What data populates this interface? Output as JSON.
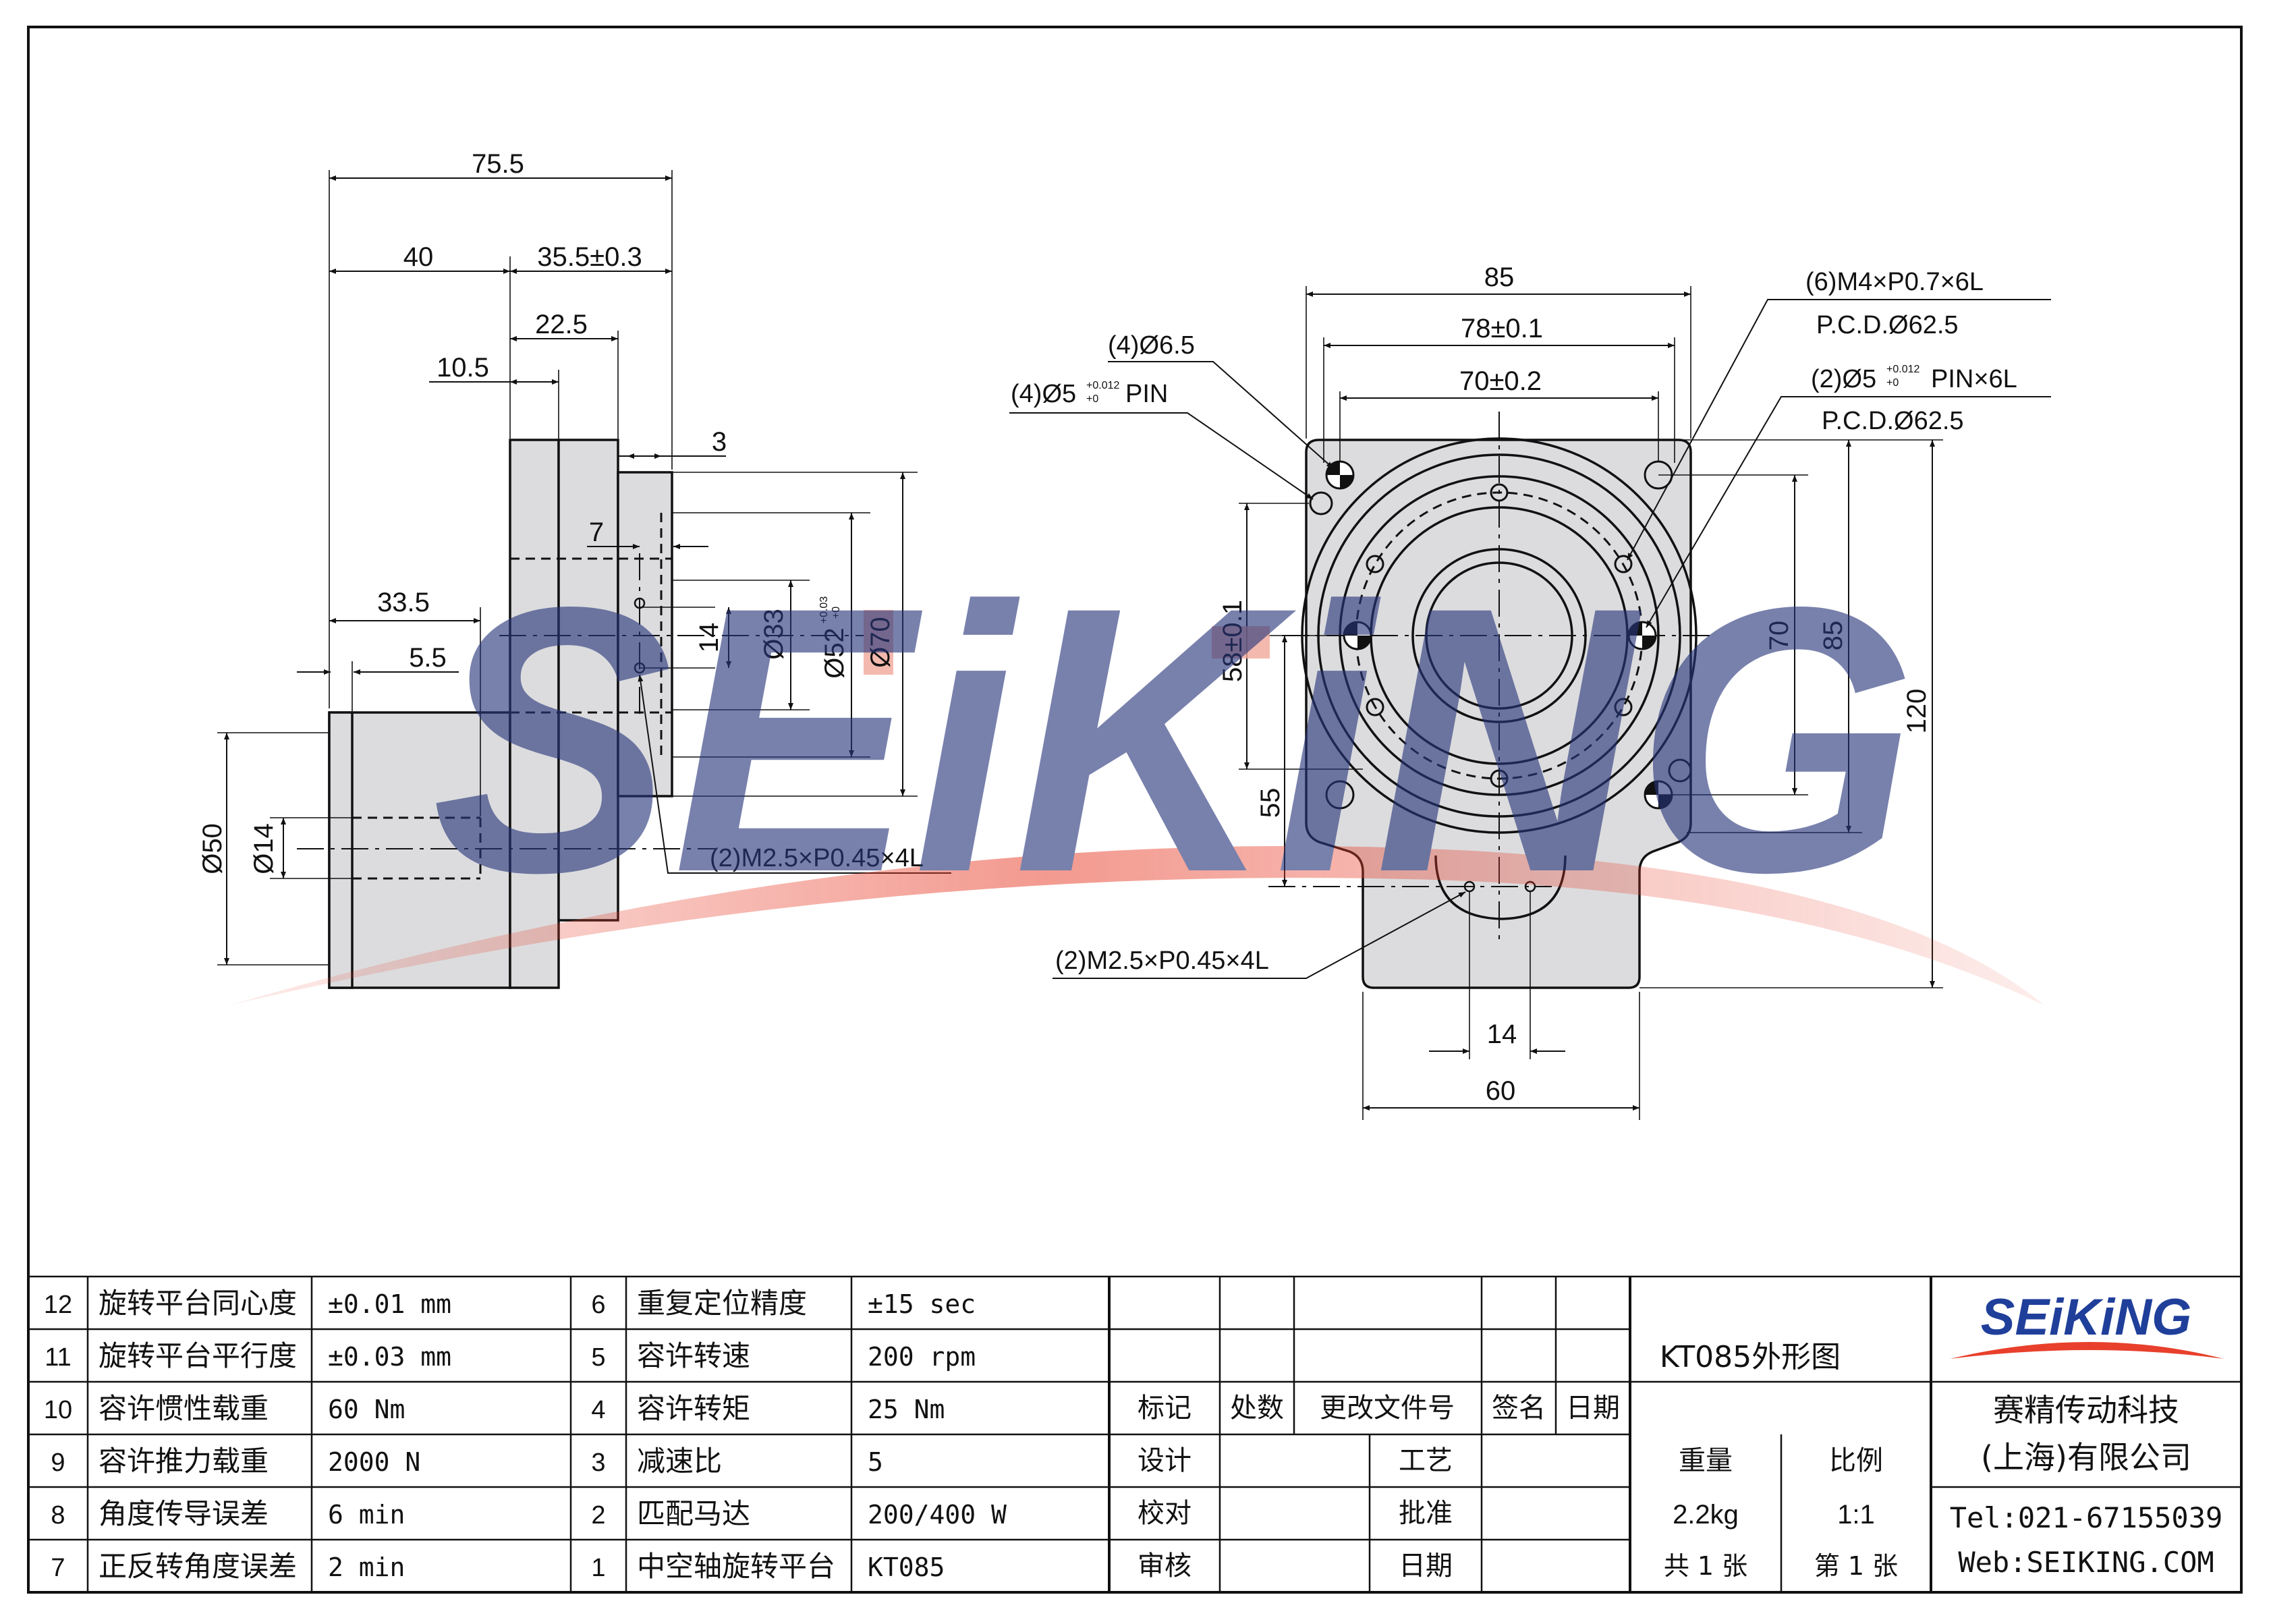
{
  "watermark": {
    "text": "SEiKiNG",
    "color": "#27357a",
    "swoosh_color": "#e8402c"
  },
  "side_view": {
    "dims": {
      "d75_5": "75.5",
      "d40": "40",
      "d35_5": "35.5±0.3",
      "d22_5": "22.5",
      "d10_5": "10.5",
      "d3": "3",
      "d7": "7",
      "d33_5": "33.5",
      "d5_5": "5.5",
      "dia14_v": "14",
      "dia33": "Ø33",
      "dia52": "Ø52",
      "dia52_tol_top": "+0.03",
      "dia52_tol_bot": "+0",
      "dia70": "Ø70",
      "dia50": "Ø50",
      "dia14": "Ø14"
    },
    "callouts": {
      "m25": "(2)M2.5×P0.45×4L"
    }
  },
  "front_view": {
    "dims": {
      "d85_top": "85",
      "d78": "78±0.1",
      "d70_top": "70±0.2",
      "d58": "58±0.1",
      "d55": "55",
      "d70_side": "70",
      "d85_side": "85",
      "d120": "120",
      "d14": "14",
      "d60": "60"
    },
    "callouts": {
      "holes65": "(4)Ø6.5",
      "pin4_pre": "(4)Ø5",
      "pin4_tol_top": "+0.012",
      "pin4_tol_bot": "+0",
      "pin4_post": " PIN",
      "m4": "(6)M4×P0.7×6L",
      "pcd1": "P.C.D.Ø62.5",
      "pin2_pre": "(2)Ø5",
      "pin2_tol_top": "+0.012",
      "pin2_tol_bot": "+0",
      "pin2_post": " PIN×6L",
      "pcd2": "P.C.D.Ø62.5",
      "m25": "(2)M2.5×P0.45×4L"
    }
  },
  "spec_table": {
    "rows": [
      {
        "no_l": "12",
        "name_l": "旋转平台同心度",
        "val_l": "±0.01 mm",
        "no_r": "6",
        "name_r": "重复定位精度",
        "val_r": "±15 sec"
      },
      {
        "no_l": "11",
        "name_l": "旋转平台平行度",
        "val_l": "±0.03 mm",
        "no_r": "5",
        "name_r": "容许转速",
        "val_r": "200 rpm"
      },
      {
        "no_l": "10",
        "name_l": "容许惯性载重",
        "val_l": "60 Nm",
        "no_r": "4",
        "name_r": "容许转矩",
        "val_r": "25 Nm"
      },
      {
        "no_l": "9",
        "name_l": "容许推力载重",
        "val_l": "2000 N",
        "no_r": "3",
        "name_r": "减速比",
        "val_r": "5"
      },
      {
        "no_l": "8",
        "name_l": "角度传导误差",
        "val_l": "6 min",
        "no_r": "2",
        "name_r": "匹配马达",
        "val_r": "200/400 W"
      },
      {
        "no_l": "7",
        "name_l": "正反转角度误差",
        "val_l": "2 min",
        "no_r": "1",
        "name_r": "中空轴旋转平台",
        "val_r": "KT085"
      }
    ]
  },
  "title_block": {
    "h_mark": "标记",
    "h_count": "处数",
    "h_doc": "更改文件号",
    "h_sign": "签名",
    "h_date": "日期",
    "design": "设计",
    "craft": "工艺",
    "check": "校对",
    "approve": "批准",
    "audit": "审核",
    "date": "日期",
    "drawing_title": "KT085外形图",
    "weight_label": "重量",
    "scale_label": "比例",
    "weight": "2.2kg",
    "scale": "1:1",
    "sheets_total": "共 1 张",
    "sheet_no": "第 1 张",
    "logo": "SEiKiNG",
    "company_1": "赛精传动科技",
    "company_2": "(上海)有限公司",
    "tel": "Tel:021-67155039",
    "web": "Web:SEIKING.COM"
  }
}
